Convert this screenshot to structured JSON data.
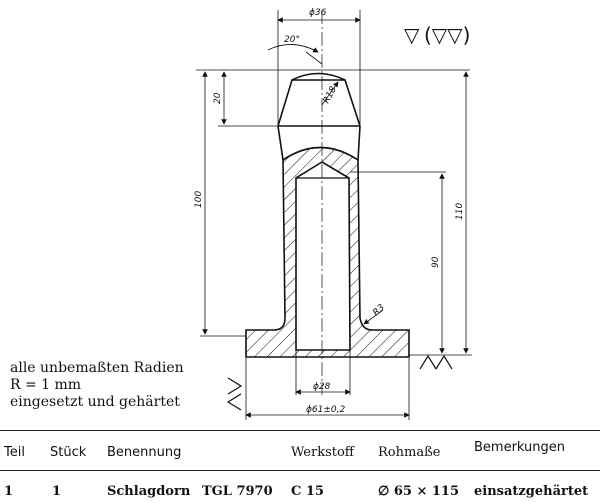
{
  "drawing": {
    "dimensions": {
      "top_diameter": "ϕ36",
      "chamfer_angle": "20°",
      "top_radius": "R18",
      "chamfer_height": "20",
      "overall_left": "100",
      "overall_right": "110",
      "bore_depth": "90",
      "fillet_radius": "R3",
      "bore_diameter": "ϕ28",
      "flange_diameter": "ϕ61±0,2"
    },
    "surface_finish": {
      "general": "▽",
      "bracket": "(▽▽)"
    }
  },
  "notes": [
    "alle unbemaßten Radien",
    "R = 1 mm",
    "eingesetzt und gehärtet"
  ],
  "parts_table": {
    "headers": [
      "Teil",
      "Stück",
      "Benennung",
      "Werkstoff",
      "Rohmaße",
      "Bemerkungen"
    ],
    "rows": [
      {
        "teil": "1",
        "stueck": "1",
        "benennung": "Schlagdorn",
        "norm": "TGL 7970",
        "werkstoff": "C 15",
        "rohmasse": "∅ 65 × 115",
        "bemerkungen": "einsatzgehärtet"
      }
    ]
  }
}
